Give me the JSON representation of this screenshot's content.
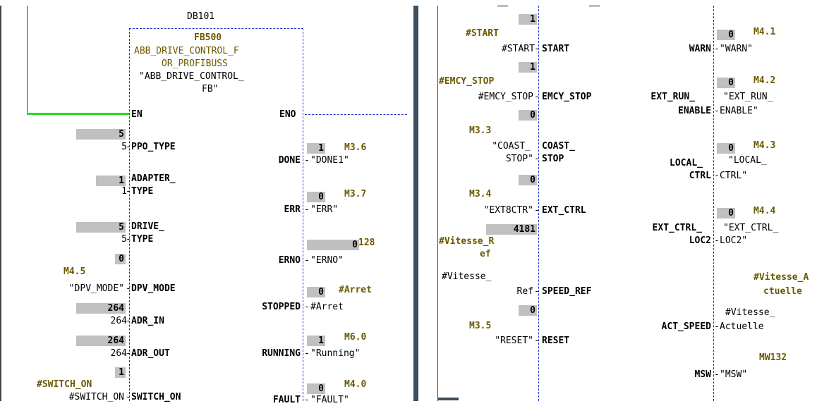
{
  "left": {
    "instance_db": "DB101",
    "fb_number": "FB500",
    "fb_name_line1": "ABB_DRIVE_CONTROL_F",
    "fb_name_line2": "OR_PROFIBUSS",
    "fb_symbol_line1": "\"ABB_DRIVE_CONTROL_",
    "fb_symbol_line2": "FB\"",
    "en_label": "EN",
    "eno_label": "ENO",
    "inputs": [
      {
        "status": "5",
        "param": "5",
        "pin_line1": "PPO_TYPE",
        "pin_line2": ""
      },
      {
        "status": "1",
        "param": "1",
        "pin_line1": "ADAPTER_",
        "pin_line2": "TYPE"
      },
      {
        "status": "5",
        "param": "5",
        "pin_line1": "DRIVE_",
        "pin_line2": "TYPE"
      },
      {
        "status": "0",
        "address": "M4.5",
        "param": "\"DPV_MODE\"",
        "pin_line1": "DPV_MODE"
      },
      {
        "status": "264",
        "param": "264",
        "pin_line1": "ADR_IN"
      },
      {
        "status": "264",
        "param": "264",
        "pin_line1": "ADR_OUT"
      },
      {
        "status": "1",
        "address": "#SWITCH_ON",
        "param": "#SWITCH_ON",
        "pin_line1": "SWITCH_ON"
      }
    ],
    "outputs": [
      {
        "pin": "DONE",
        "status": "1",
        "address": "M3.6",
        "param": "\"DONE1\""
      },
      {
        "pin": "ERR",
        "status": "0",
        "address": "M3.7",
        "param": "\"ERR\""
      },
      {
        "pin": "ERNO",
        "status": "0",
        "address": "128",
        "param": "\"ERNO\""
      },
      {
        "pin": "STOPPED",
        "status": "0",
        "address": "#Arret",
        "param": "#Arret"
      },
      {
        "pin": "RUNNING",
        "status": "1",
        "address": "M6.0",
        "param": "\"Running\""
      },
      {
        "pin": "FAULT",
        "status": "0",
        "address": "M4.0",
        "param": "\"FAULT\""
      }
    ]
  },
  "right": {
    "inputs": [
      {
        "status": "1",
        "address": "#START",
        "param": "#START",
        "pin": "START"
      },
      {
        "status": "1",
        "address": "#EMCY_STOP",
        "param": "#EMCY_STOP",
        "pin": "EMCY_STOP"
      },
      {
        "status": "0",
        "address": "M3.3",
        "param_line1": "\"COAST_",
        "param_line2": "STOP\"",
        "pin_line1": "COAST_",
        "pin_line2": "STOP"
      },
      {
        "status": "0",
        "address": "M3.4",
        "param": "\"EXT8CTR\"",
        "pin": "EXT_CTRL"
      },
      {
        "status": "4181",
        "address_line1": "#Vitesse_R",
        "address_line2": "ef",
        "param_line1": "#Vitesse_",
        "param_line2": "Ref",
        "pin": "SPEED_REF"
      },
      {
        "status": "0",
        "address": "M3.5",
        "param": "\"RESET\"",
        "pin": "RESET"
      }
    ],
    "outputs": [
      {
        "pin": "WARN",
        "status": "0",
        "address": "M4.1",
        "param": "\"WARN\""
      },
      {
        "pin_line1": "EXT_RUN_",
        "pin_line2": "ENABLE",
        "status": "0",
        "address": "M4.2",
        "param_line1": "\"EXT_RUN_",
        "param_line2": "ENABLE\""
      },
      {
        "pin_line1": "LOCAL_",
        "pin_line2": "CTRL",
        "status": "0",
        "address": "M4.3",
        "param_line1": "\"LOCAL_",
        "param_line2": "CTRL\""
      },
      {
        "pin_line1": "EXT_CTRL_",
        "pin_line2": "LOC2",
        "status": "0",
        "address": "M4.4",
        "param_line1": "\"EXT_CTRL_",
        "param_line2": "LOC2\""
      },
      {
        "pin": "ACT_SPEED",
        "address_line1": "#Vitesse_A",
        "address_line2": "ctuelle",
        "param_line1": "#Vitesse_",
        "param_line2": "Actuelle"
      },
      {
        "pin": "MSW",
        "address": "MW132",
        "param": "\"MSW\""
      }
    ]
  },
  "colors": {
    "box_border": "#1a33d6",
    "power_flow": "#22dd22",
    "status_bg": "#c0c0c0",
    "address_text": "#6b5a00",
    "splitter": "#3d4e5e"
  }
}
